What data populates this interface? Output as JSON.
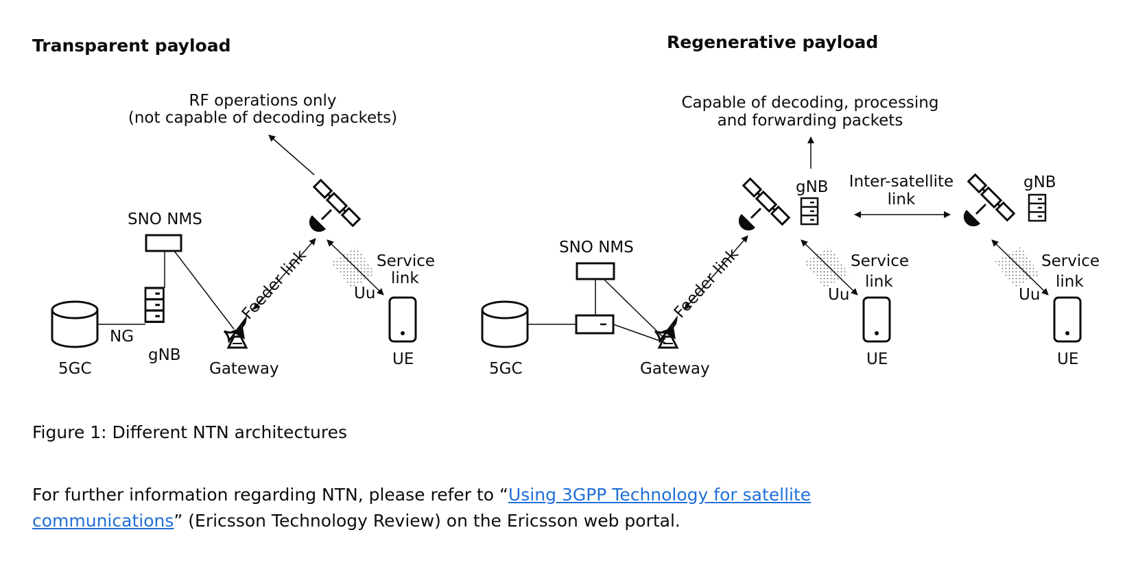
{
  "left_panel": {
    "title": "Transparent payload",
    "satellite_note_line1": "RF operations only",
    "satellite_note_line2": "(not capable of decoding packets)",
    "nms_label": "SNO NMS",
    "core_label": "5GC",
    "ng_label": "NG",
    "gnb_label": "gNB",
    "gateway_label": "Gateway",
    "feeder_link_label": "Feeder link",
    "service_link_line1": "Service",
    "service_link_line2": "link",
    "uu_label": "Uu",
    "ue_label": "UE"
  },
  "right_panel": {
    "title": "Regenerative payload",
    "satellite_note_line1": "Capable of decoding, processing",
    "satellite_note_line2": "and forwarding packets",
    "nms_label": "SNO NMS",
    "core_label": "5GC",
    "gateway_label": "Gateway",
    "feeder_link_label": "Feeder link",
    "sat1_gnb_label": "gNB",
    "sat2_gnb_label": "gNB",
    "isl_line1": "Inter-satellite",
    "isl_line2": "link",
    "service_link_line1": "Service",
    "service_link_line2": "link",
    "uu_label": "Uu",
    "ue_label": "UE"
  },
  "caption": "Figure 1: Different NTN architectures",
  "paragraph": {
    "before": "For further information regarding NTN, please refer to “",
    "link_text": "Using 3GPP Technology for satellite communications",
    "after": "” (Ericsson Technology Review) on the Ericsson web portal."
  },
  "colors": {
    "link": "#1f6fd8",
    "ink": "#0c0c0c"
  },
  "icons": [
    "satellite-icon",
    "server-rack-icon",
    "database-icon",
    "dish-antenna-icon",
    "phone-icon",
    "nms-box-icon"
  ]
}
